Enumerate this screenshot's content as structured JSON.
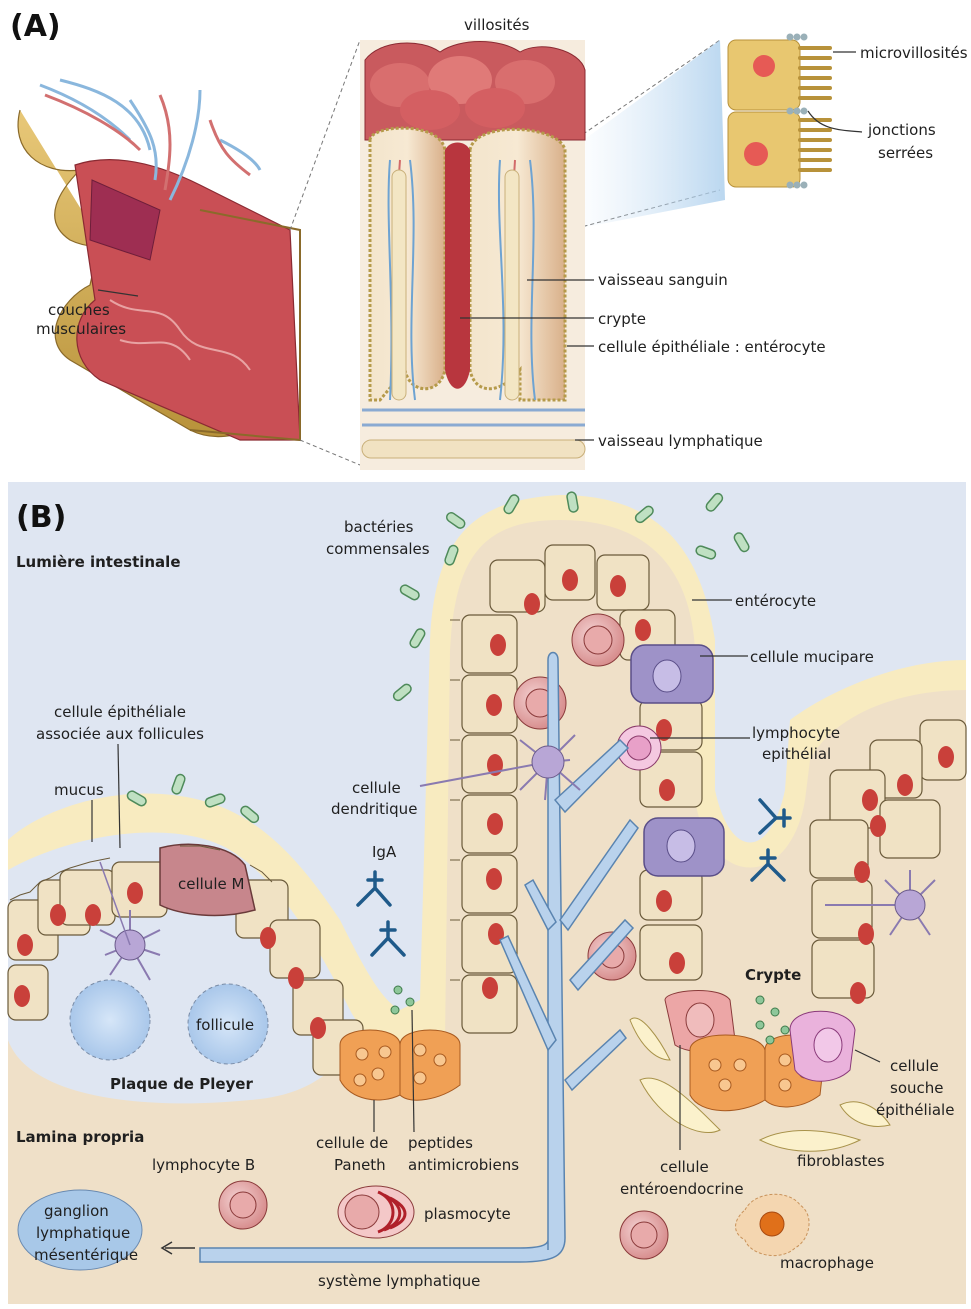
{
  "panel_a": {
    "label": "(A)",
    "villi": "villosités",
    "microvilli": "microvillosités",
    "tight_junctions": [
      "jonctions",
      "serrées"
    ],
    "muscle_layers": [
      "couches",
      "musculaires"
    ],
    "blood_vessel": "vaisseau sanguin",
    "crypt": "crypte",
    "epithelial_cell": "cellule épithéliale : entérocyte",
    "lymph_vessel": "vaisseau lymphatique"
  },
  "panel_b": {
    "label": "(B)",
    "lumen": "Lumière intestinale",
    "lamina_propria": "Lamina propria",
    "bacteria": [
      "bactéries",
      "commensales"
    ],
    "enterocyte": "entérocyte",
    "goblet": "cellule mucipare",
    "iel": [
      "lymphocyte",
      "epithélial"
    ],
    "fae": [
      "cellule épithéliale",
      "associée aux follicules"
    ],
    "mucus": "mucus",
    "dendritic": [
      "cellule",
      "dendritique"
    ],
    "iga": "IgA",
    "m_cell": "cellule M",
    "follicle": "follicule",
    "peyer": "Plaque de Pleyer",
    "crypt": "Crypte",
    "paneth": [
      "cellule de",
      "Paneth"
    ],
    "amp": [
      "peptides",
      "antimicrobiens"
    ],
    "enteroendocrine": [
      "cellule",
      "entéroendocrine"
    ],
    "fibroblasts": "fibroblastes",
    "stem_cell": [
      "cellule",
      "souche",
      "épithéliale"
    ],
    "b_cell": "lymphocyte B",
    "plasma_cell": "plasmocyte",
    "lymph_node": [
      "ganglion",
      "lymphatique",
      "mésentérique"
    ],
    "lymphatic_system": "système lymphatique",
    "macrophage": "macrophage"
  },
  "colors": {
    "lumen_blue": "#dfe6f2",
    "lamina": "#efe0c8",
    "mucus": "#f8ebc0",
    "cell_fill": "#f0e2c4",
    "nucleus": "#c9403a",
    "goblet": "#9e92c8",
    "paneth": "#f0a055",
    "lymph_blue": "#b9d2ec",
    "tissue_red": "#c8505a",
    "muscle": "#d8b45a"
  }
}
